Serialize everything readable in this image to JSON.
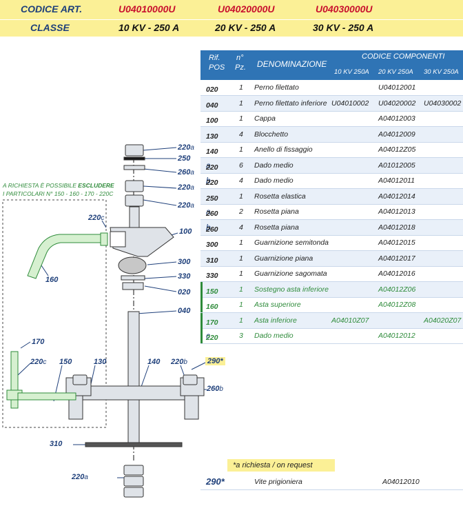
{
  "header": {
    "row1": {
      "label": "CODICE ART.",
      "codes": [
        "U04010000U",
        "U04020000U",
        "U04030000U"
      ]
    },
    "row2": {
      "label": "CLASSE",
      "classes": [
        "10 KV - 250 A",
        "20 KV - 250 A",
        "30 KV - 250 A"
      ]
    }
  },
  "table": {
    "head": {
      "rif": "Rif.",
      "pos": "POS",
      "n": "n°",
      "pz": "Pz.",
      "den": "DENOMINAZIONE",
      "codice": "CODICE COMPONENTI",
      "cols": [
        "10 KV 250A",
        "20 KV 250A",
        "30 KV 250A"
      ]
    },
    "rows": [
      {
        "pos": "020",
        "suffix": "",
        "qty": "1",
        "name": "Perno filettato",
        "c1": "",
        "c2": "U04012001",
        "c3": ""
      },
      {
        "pos": "040",
        "suffix": "",
        "qty": "1",
        "name": "Perno filettato inferiore",
        "c1": "U04010002",
        "c2": "U04020002",
        "c3": "U04030002"
      },
      {
        "pos": "100",
        "suffix": "",
        "qty": "1",
        "name": "Cappa",
        "c1": "",
        "c2": "A04012003",
        "c3": ""
      },
      {
        "pos": "130",
        "suffix": "",
        "qty": "4",
        "name": "Blocchetto",
        "c1": "",
        "c2": "A04012009",
        "c3": ""
      },
      {
        "pos": "140",
        "suffix": "",
        "qty": "1",
        "name": "Anello di fissaggio",
        "c1": "",
        "c2": "A04012Z05",
        "c3": ""
      },
      {
        "pos": "220",
        "suffix": "a",
        "qty": "6",
        "name": "Dado medio",
        "c1": "",
        "c2": "A01012005",
        "c3": ""
      },
      {
        "pos": "220",
        "suffix": "b",
        "qty": "4",
        "name": "Dado medio",
        "c1": "",
        "c2": "A04012011",
        "c3": ""
      },
      {
        "pos": "250",
        "suffix": "",
        "qty": "1",
        "name": "Rosetta elastica",
        "c1": "",
        "c2": "A04012014",
        "c3": ""
      },
      {
        "pos": "260",
        "suffix": "a",
        "qty": "2",
        "name": "Rosetta piana",
        "c1": "",
        "c2": "A04012013",
        "c3": ""
      },
      {
        "pos": "260",
        "suffix": "b",
        "qty": "4",
        "name": "Rosetta piana",
        "c1": "",
        "c2": "A04012018",
        "c3": ""
      },
      {
        "pos": "300",
        "suffix": "",
        "qty": "1",
        "name": "Guarnizione semitonda",
        "c1": "",
        "c2": "A04012015",
        "c3": ""
      },
      {
        "pos": "310",
        "suffix": "",
        "qty": "1",
        "name": "Guarnizione piana",
        "c1": "",
        "c2": "A04012017",
        "c3": ""
      },
      {
        "pos": "330",
        "suffix": "",
        "qty": "1",
        "name": "Guarnizione sagomata",
        "c1": "",
        "c2": "A04012016",
        "c3": ""
      },
      {
        "pos": "150",
        "suffix": "",
        "qty": "1",
        "name": "Sostegno asta inferiore",
        "c1": "",
        "c2": "A04012Z06",
        "c3": "",
        "green": true
      },
      {
        "pos": "160",
        "suffix": "",
        "qty": "1",
        "name": "Asta superiore",
        "c1": "",
        "c2": "A04012Z08",
        "c3": "",
        "green": true
      },
      {
        "pos": "170",
        "suffix": "",
        "qty": "1",
        "name": "Asta inferiore",
        "c1": "A04010Z07",
        "c2": "",
        "c3": "A04020Z07",
        "green": true
      },
      {
        "pos": "220",
        "suffix": "c",
        "qty": "3",
        "name": "Dado medio",
        "c1": "",
        "c2": "A04012012",
        "c3": "",
        "green": true
      }
    ]
  },
  "note": "*a richiesta / on request",
  "extra_row": {
    "pos": "290*",
    "name": "Vite prigioniera",
    "code": "A04012010"
  },
  "warning": {
    "line1_a": "A RICHIESTA È POSSIBILE ",
    "line1_b": "ESCLUDERE",
    "line2": "I PARTICOLARI N° 150 - 160 - 170 - 220C"
  },
  "labels": {
    "l220a_1": "220",
    "l250": "250",
    "l260a": "260",
    "l220a_2": "220",
    "l220a_3": "220",
    "l100": "100",
    "l300": "300",
    "l330": "330",
    "l020": "020",
    "l040": "040",
    "l220c_top": "220",
    "l160": "160",
    "l170": "170",
    "l220c_low": "220",
    "l150": "150",
    "l130": "130",
    "l140": "140",
    "l220b": "220",
    "l260b": "260",
    "l310": "310",
    "l220a_bot": "220",
    "l290": "290*",
    "sa": "a",
    "sb": "b",
    "sc": "c"
  },
  "colors": {
    "header_bg": "#fbf096",
    "table_head": "#2f74b5",
    "accent_red": "#c8102e",
    "navy": "#1e3f7a",
    "green": "#2e8b3a"
  }
}
